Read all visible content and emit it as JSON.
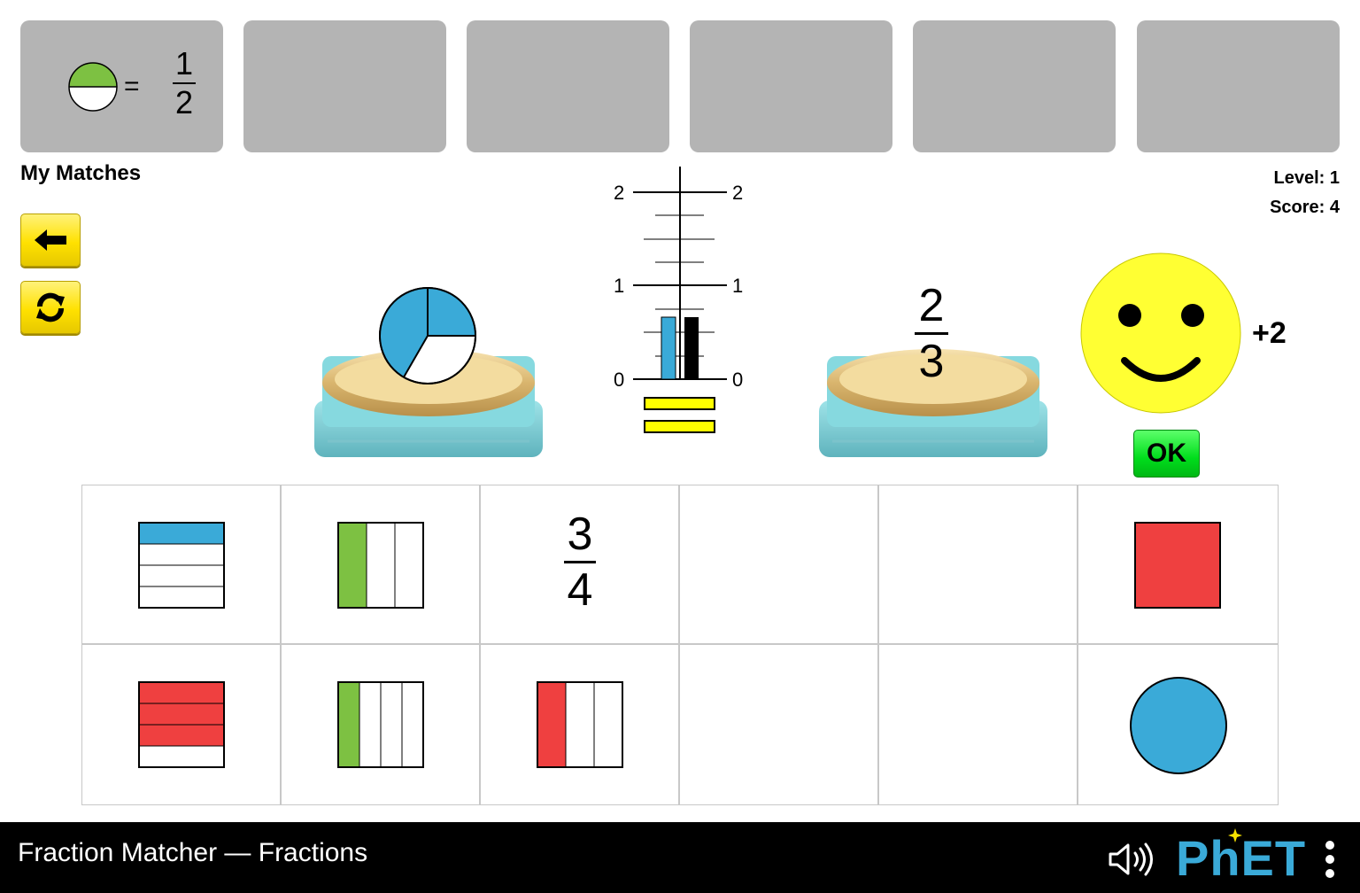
{
  "my_matches": {
    "label": "My Matches",
    "slots": [
      {
        "filled": true,
        "shape": "half-circle",
        "equals": "=",
        "numerator": "1",
        "denominator": "2"
      },
      {
        "filled": false
      },
      {
        "filled": false
      },
      {
        "filled": false
      },
      {
        "filled": false
      },
      {
        "filled": false
      }
    ]
  },
  "status": {
    "level": "Level: 1",
    "score": "Score: 4"
  },
  "buttons": {
    "back_icon": "arrow-left-icon",
    "reset_icon": "refresh-icon",
    "ok_label": "OK"
  },
  "number_line": {
    "left_ticks": [
      "0",
      "1",
      "2"
    ],
    "right_ticks": [
      "0",
      "1",
      "2"
    ],
    "left_value": 0.667,
    "right_value": 0.667,
    "left_color": "#3aaad8",
    "right_color": "#000000",
    "equals_indicator": "yellow-equals"
  },
  "left_scale": {
    "item": "pie",
    "parts": 3,
    "filled": 2,
    "fill_color": "#3aaad8"
  },
  "right_scale": {
    "item": "fraction",
    "numerator": "2",
    "denominator": "3"
  },
  "feedback": {
    "face": "smiley-face-icon",
    "points": "+2"
  },
  "grid": {
    "cells": [
      {
        "row": 0,
        "col": 0,
        "kind": "horizontal-bars",
        "parts": 4,
        "filled": 1,
        "color": "#3aaad8"
      },
      {
        "row": 0,
        "col": 1,
        "kind": "vertical-bars",
        "parts": 3,
        "filled": 1,
        "color": "#7dc142"
      },
      {
        "row": 0,
        "col": 2,
        "kind": "fraction",
        "numerator": "3",
        "denominator": "4"
      },
      {
        "row": 0,
        "col": 3,
        "kind": "empty"
      },
      {
        "row": 0,
        "col": 4,
        "kind": "empty"
      },
      {
        "row": 0,
        "col": 5,
        "kind": "square",
        "parts": 1,
        "filled": 1,
        "color": "#ef4040"
      },
      {
        "row": 1,
        "col": 0,
        "kind": "horizontal-bars",
        "parts": 4,
        "filled": 3,
        "color": "#ef4040"
      },
      {
        "row": 1,
        "col": 1,
        "kind": "vertical-bars",
        "parts": 4,
        "filled": 1,
        "color": "#7dc142"
      },
      {
        "row": 1,
        "col": 2,
        "kind": "vertical-bars",
        "parts": 3,
        "filled": 1,
        "color": "#ef4040"
      },
      {
        "row": 1,
        "col": 3,
        "kind": "empty"
      },
      {
        "row": 1,
        "col": 4,
        "kind": "empty"
      },
      {
        "row": 1,
        "col": 5,
        "kind": "circle",
        "parts": 1,
        "filled": 1,
        "color": "#3aaad8"
      }
    ]
  },
  "navbar": {
    "title": "Fraction Matcher — Fractions",
    "sound_icon": "sound-icon",
    "brand": "PhET",
    "menu_icon": "kebab-menu-icon"
  }
}
